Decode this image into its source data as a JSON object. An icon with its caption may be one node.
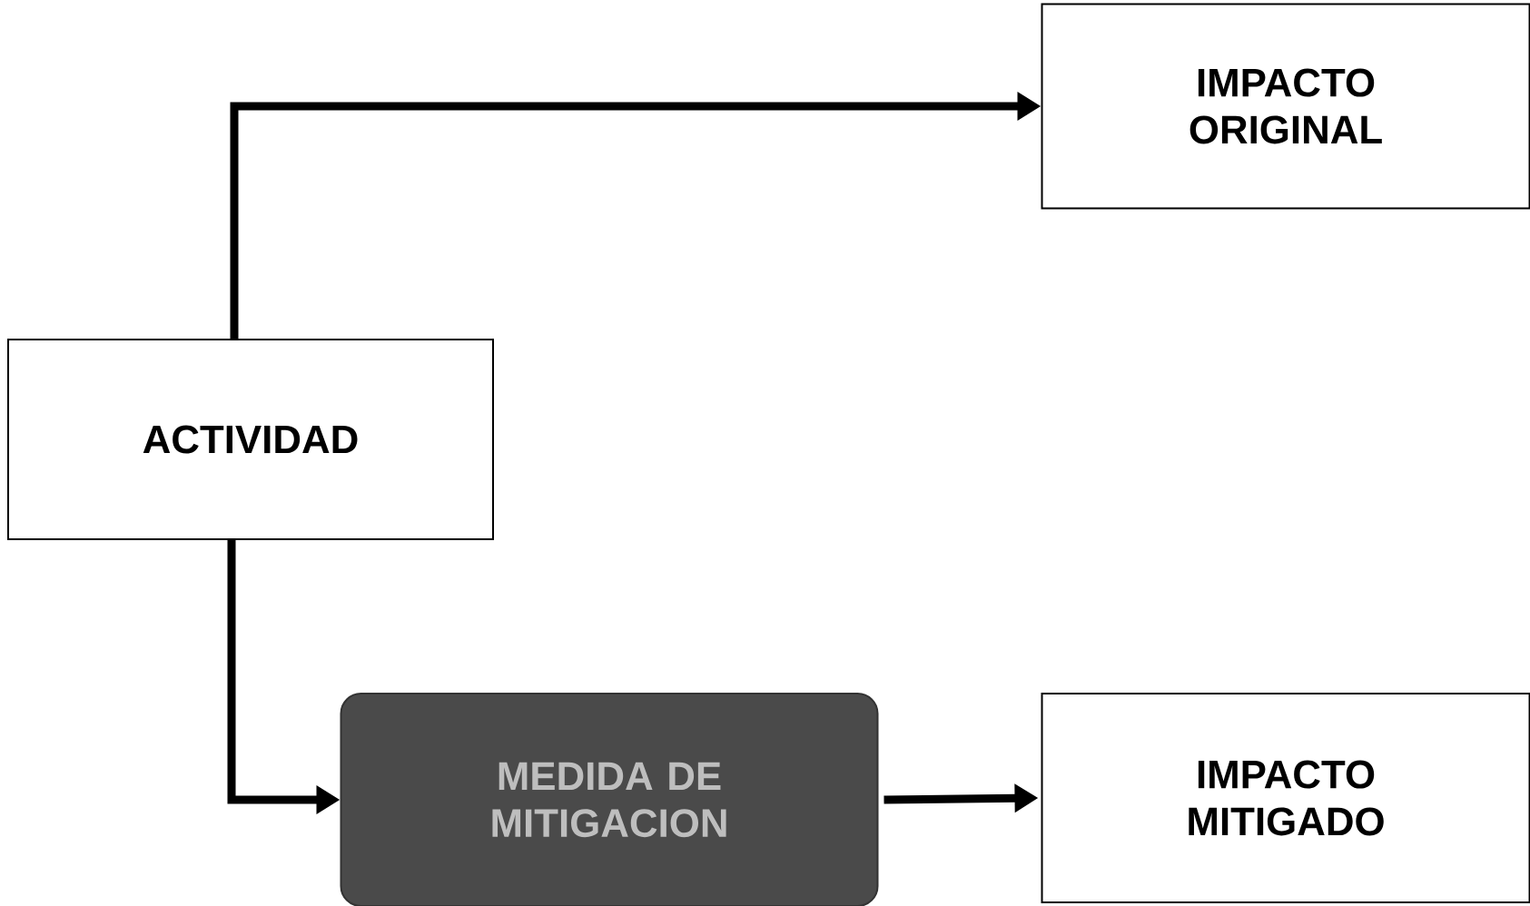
{
  "diagram": {
    "nodes": [
      {
        "text": [
          "ACTIVIDAD"
        ]
      },
      {
        "text": [
          "IMPACTO ORIGINAL"
        ]
      },
      {
        "text": [
          "MEDIDA DE MITIGACION"
        ]
      },
      {
        "text": [
          "IMPACTO MITIGADO"
        ]
      }
    ],
    "edges": [
      {
        "from": 0,
        "to": 1,
        "arrow": "to"
      },
      {
        "from": 0,
        "to": 2,
        "arrow": "to"
      },
      {
        "from": 2,
        "to": 3,
        "arrow": "to"
      }
    ]
  }
}
